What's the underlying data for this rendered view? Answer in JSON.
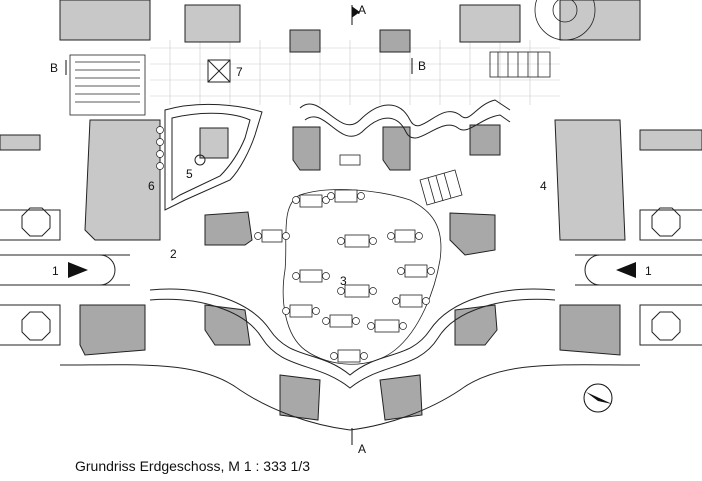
{
  "caption": "Grundriss Erdgeschoss, M 1 : 333 1/3",
  "section_labels": {
    "a_top": "A",
    "a_bottom": "A",
    "b_left": "B",
    "b_right": "B"
  },
  "numbers": {
    "n1_left": "1",
    "n1_right": "1",
    "n2": "2",
    "n3": "3",
    "n4": "4",
    "n5": "5",
    "n6": "6",
    "n7": "7"
  },
  "colors": {
    "pier_fill": "#a8a8a8",
    "wall_fill": "#c8c8c8",
    "line": "#222222",
    "grid": "#bdbdbd"
  }
}
